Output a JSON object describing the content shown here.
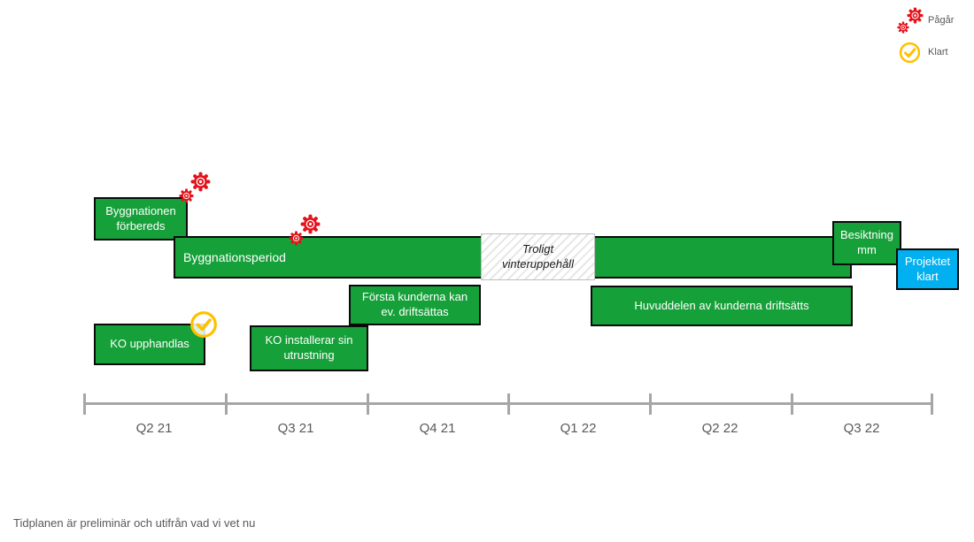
{
  "legend": {
    "items": [
      {
        "icon": "gears-icon",
        "label": "Pågår"
      },
      {
        "icon": "check-icon",
        "label": "Klart"
      }
    ]
  },
  "boxes": {
    "byggnationen_forbereds": {
      "label": "Byggnationen förbereds",
      "status": "pågår"
    },
    "byggnationsperiod": {
      "label": "Byggnationsperiod",
      "status": "pågår"
    },
    "vinteruppehall": {
      "label": "Troligt vinteruppehåll"
    },
    "besiktning": {
      "label": "Besiktning mm"
    },
    "projektet_klart": {
      "label": "Projektet klart"
    },
    "forsta_kunderna": {
      "label": "Första kunderna kan ev. driftsättas"
    },
    "huvuddelen": {
      "label": "Huvuddelen av kunderna driftsätts"
    },
    "ko_upphandlas": {
      "label": "KO upphandlas",
      "status": "klart"
    },
    "ko_installerar": {
      "label": "KO  installerar sin utrustning"
    }
  },
  "axis": {
    "quarters": [
      "Q2 21",
      "Q3 21",
      "Q4 21",
      "Q1 22",
      "Q2 22",
      "Q3 22"
    ]
  },
  "footnote": "Tidplanen är preliminär och utifrån vad vi vet nu",
  "colors": {
    "bar_green": "#16A039",
    "done_blue": "#00B0F0",
    "status_red": "#E3131B",
    "status_yellow": "#FFC000",
    "axis_gray": "#A6A6A6",
    "text_gray": "#595959"
  }
}
